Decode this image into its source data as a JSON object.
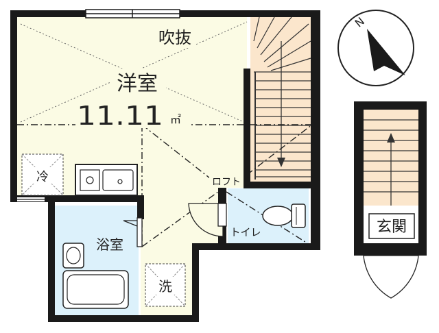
{
  "floorplan": {
    "rooms": {
      "western_room": "洋室",
      "area_number": "11.11",
      "area_unit": "㎡",
      "fukinuke": "吹抜",
      "loft": "ロフト",
      "toilet": "トイレ",
      "bathroom": "浴室",
      "fridge": "冷",
      "washer": "洗",
      "entrance": "玄関"
    },
    "compass": {
      "north_label": "N"
    }
  },
  "colors": {
    "wall": "#1a1a1a",
    "room_floor": "#fbfbe4",
    "wet_area": "#dcf1fb",
    "stairs": "#fbe6cc",
    "stair_line": "#333333"
  }
}
